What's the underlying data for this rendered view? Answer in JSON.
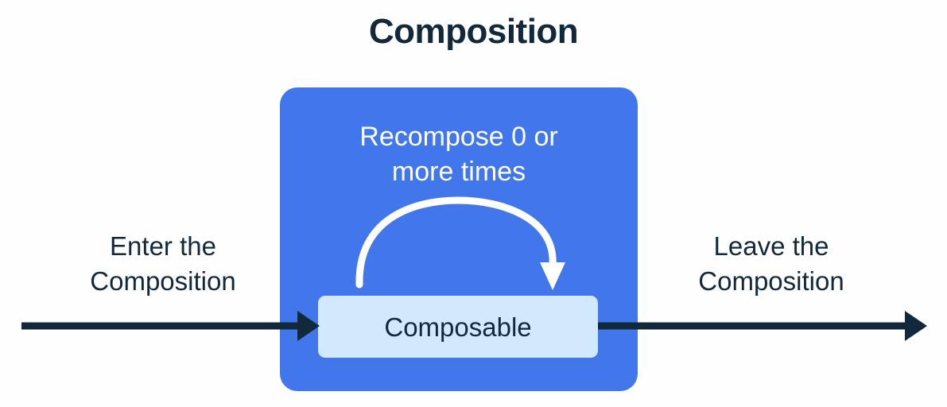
{
  "title": "Composition",
  "colors": {
    "background": "#fefefe",
    "title_text": "#12293b",
    "composition_fill": "#4277ec",
    "composable_fill": "#d2e8fc",
    "composable_text": "#12293b",
    "recompose_text": "#ffffff",
    "recompose_arrow": "#ffffff",
    "flow_arrow": "#12293b",
    "side_label_text": "#12293b"
  },
  "composition": {
    "recompose_caption_line1": "Recompose 0 or",
    "recompose_caption_line2": "more times",
    "composable_label": "Composable"
  },
  "labels": {
    "enter_line1": "Enter the",
    "enter_line2": "Composition",
    "leave_line1": "Leave the",
    "leave_line2": "Composition"
  },
  "icons": {
    "enter_arrow": "arrow-right-icon",
    "leave_arrow": "arrow-right-icon",
    "recompose_arrow": "curved-loop-arrow-icon"
  }
}
